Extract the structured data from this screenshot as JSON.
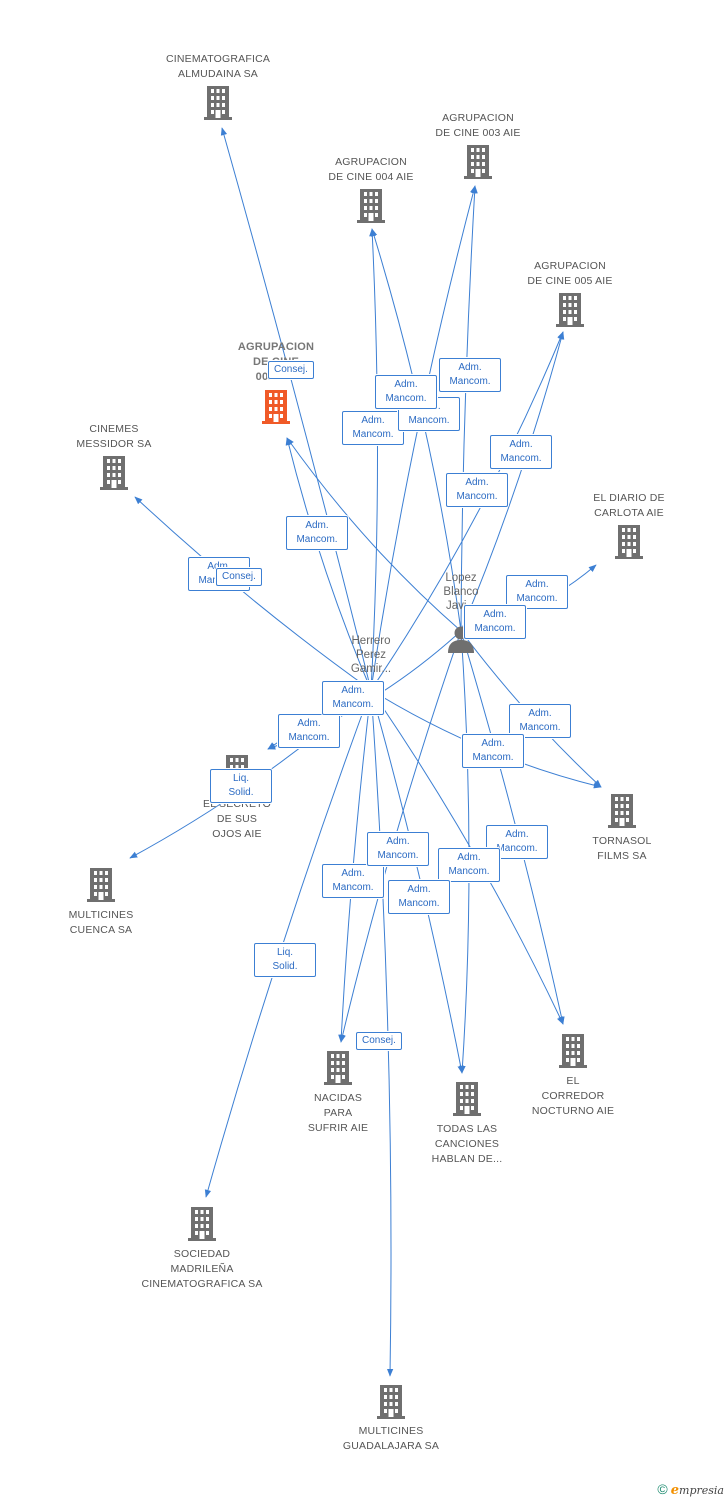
{
  "companies": [
    {
      "id": "cinematografica-almudaina",
      "label": "CINEMATOGRAFICA\nALMUDAINA SA"
    },
    {
      "id": "agrupacion-003",
      "label": "AGRUPACION\nDE CINE 003 AIE"
    },
    {
      "id": "agrupacion-004",
      "label": "AGRUPACION\nDE CINE 004 AIE"
    },
    {
      "id": "agrupacion-005",
      "label": "AGRUPACION\nDE CINE 005 AIE"
    },
    {
      "id": "agrupacion-focus",
      "label": "AGRUPACION\nDE CINE\n002 AIE",
      "focus": true
    },
    {
      "id": "cinemes-messidor",
      "label": "CINEMES\nMESSIDOR SA"
    },
    {
      "id": "diario-carlota",
      "label": "EL DIARIO DE\nCARLOTA AIE"
    },
    {
      "id": "secreto-ojos",
      "label": "EL SECRETO\nDE SUS\nOJOS AIE"
    },
    {
      "id": "tornasol",
      "label": "TORNASOL\nFILMS SA"
    },
    {
      "id": "multicines-cuenca",
      "label": "MULTICINES\nCUENCA SA"
    },
    {
      "id": "corredor-nocturno",
      "label": "EL\nCORREDOR\nNOCTURNO AIE"
    },
    {
      "id": "nacidas-sufrir",
      "label": "NACIDAS\nPARA\nSUFRIR AIE"
    },
    {
      "id": "todas-canciones",
      "label": "TODAS LAS\nCANCIONES\nHABLAN DE..."
    },
    {
      "id": "sociedad-madrilena",
      "label": "SOCIEDAD\nMADRILEÑA\nCINEMATOGRAFICA SA"
    },
    {
      "id": "multicines-guadalajara",
      "label": "MULTICINES\nGUADALAJARA SA"
    }
  ],
  "persons": [
    {
      "id": "lopez-blanco",
      "label": "Lopez\nBlanco\nJavi..."
    },
    {
      "id": "herrero-perez",
      "label": "Herrero\nPerez\nGamir..."
    }
  ],
  "relations": [
    {
      "from": "herrero-perez",
      "to": "cinematografica-almudaina",
      "label": "Adm.\nMancom."
    },
    {
      "from": "herrero-perez",
      "to": "agrupacion-focus",
      "label": "Consej."
    },
    {
      "from": "herrero-perez",
      "to": "agrupacion-004",
      "label": "Adm.\nMancom."
    },
    {
      "from": "herrero-perez",
      "to": "agrupacion-003",
      "label": "Adm.\nMancom."
    },
    {
      "from": "herrero-perez",
      "to": "agrupacion-005",
      "label": "Adm.\nMancom."
    },
    {
      "from": "herrero-perez",
      "to": "cinemes-messidor",
      "label": "Consej."
    },
    {
      "from": "herrero-perez",
      "to": "secreto-ojos",
      "label": "Adm.\nMancom."
    },
    {
      "from": "herrero-perez",
      "to": "multicines-cuenca",
      "label": "Liq.\nSolid."
    },
    {
      "from": "herrero-perez",
      "to": "tornasol",
      "label": "Adm.\nMancom."
    },
    {
      "from": "herrero-perez",
      "to": "corredor-nocturno",
      "label": "Adm.\nMancom."
    },
    {
      "from": "herrero-perez",
      "to": "nacidas-sufrir",
      "label": "Adm.\nMancom."
    },
    {
      "from": "herrero-perez",
      "to": "todas-canciones",
      "label": "Adm.\nMancom."
    },
    {
      "from": "herrero-perez",
      "to": "sociedad-madrilena",
      "label": "Liq.\nSolid."
    },
    {
      "from": "herrero-perez",
      "to": "multicines-guadalajara",
      "label": "Consej."
    },
    {
      "from": "lopez-blanco",
      "to": "agrupacion-004",
      "label": "Adm.\nMancom."
    },
    {
      "from": "lopez-blanco",
      "to": "agrupacion-003",
      "label": "Adm.\nMancom."
    },
    {
      "from": "lopez-blanco",
      "to": "agrupacion-005",
      "label": "Adm.\nMancom."
    },
    {
      "from": "lopez-blanco",
      "to": "agrupacion-focus",
      "label": "Adm.\nMancom."
    },
    {
      "from": "lopez-blanco",
      "to": "diario-carlota",
      "label": "Adm.\nMancom."
    },
    {
      "from": "lopez-blanco",
      "to": "secreto-ojos",
      "label": "Adm.\nMancom."
    },
    {
      "from": "lopez-blanco",
      "to": "tornasol",
      "label": "Adm.\nMancom."
    },
    {
      "from": "lopez-blanco",
      "to": "corredor-nocturno",
      "label": "Adm.\nMancom."
    },
    {
      "from": "lopez-blanco",
      "to": "nacidas-sufrir",
      "label": "Adm.\nMancom."
    },
    {
      "from": "lopez-blanco",
      "to": "todas-canciones",
      "label": "Adm.\nMancom."
    }
  ],
  "colors": {
    "edge": "#3c7fd3",
    "building": "#6f6f6f",
    "focus_building": "#f05a28",
    "person": "#6f6f6f"
  },
  "footer": {
    "copyright": "©",
    "brand_e": "e",
    "brand_rest": "mpresia"
  }
}
